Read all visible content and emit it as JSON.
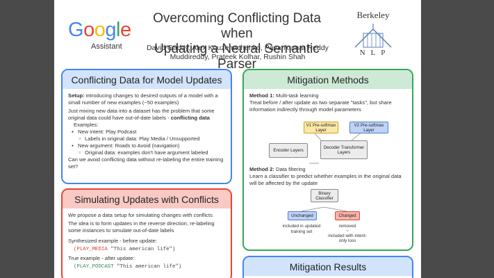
{
  "header": {
    "logo_letters": [
      "G",
      "o",
      "o",
      "g",
      "l",
      "e"
    ],
    "logo_sub": "Assistant",
    "title_line1": "Overcoming Conflicting Data when",
    "title_line2": "Updating a Neural Semantic Parser",
    "authors_line1": "David Gaddy, Alex Kouzemtchenko, Pavankumar Reddy",
    "authors_line2": "Muddireddy, Prateek Kolhar, Rushin Shah",
    "berkeley": "Berkeley",
    "nlp": "NLP"
  },
  "panel1": {
    "title": "Conflicting Data for Model Updates",
    "setup_label": "Setup:",
    "setup_text": " introducing changes to desired outputs of a model with a small number of new examples (~50 examples)",
    "mix_text": "Just mixing new data into a dataset has the problem that some original data could have out-of-date labels - ",
    "mix_bold": "conflicting data",
    "examples_label": "Examples:",
    "bullet1": "New intent: Play Podcast",
    "sub1": "Labels in original data: Play Media / Unsupported",
    "bullet2": "New argument: Roads to Avoid (navigation)",
    "sub2": "Original data: examples don't have argument labeled",
    "question": "Can we avoid conflicting data without re-labeling the entire training set?"
  },
  "panel2": {
    "title": "Simulating Updates with Conflicts",
    "p1": "We propose a data setup for simulating changes with conflicts",
    "p2": "The idea is to form updates in the reverse direction, re-labeling some instances to simulate out-of-date labels",
    "synth_label": "Synthesized example - before update:",
    "code1_tag": "(PLAY_MEDIA",
    "code1_str": " \"This american life\")",
    "true_label": "True example - after update:",
    "code2_tag": "(PLAY_PODCAST",
    "code2_str": " \"This american life\")"
  },
  "panel3": {
    "title": "Mitigation Methods",
    "m1_label": "Method 1:",
    "m1_name": " Multi-task learning",
    "m1_text": "Treat before / after update as two separate \"tasks\", but share information indirectly through model parameters",
    "v1": "V1 Pre-softmax Layer",
    "v2": "V2 Pre-softmax Layer",
    "encoder": "Encoder Layers",
    "decoder": "Decoder Transformer Layers",
    "m2_label": "Method 2:",
    "m2_name": " Data filtering",
    "m2_text": "Learn a classifier to predict whether examples in the original data will be affected by the update",
    "classifier": "Binary Classifier",
    "unchanged": "Unchanged",
    "changed": "Changed",
    "unchanged_note": "included in updated training set",
    "changed_note": "removed\n~\nincluded with intent-only loss"
  },
  "panel4": {
    "title": "Mitigation Results"
  },
  "colors": {
    "blue": "#4285F4",
    "red": "#EA4335",
    "green": "#34A853",
    "yellow": "#FBBC05"
  }
}
